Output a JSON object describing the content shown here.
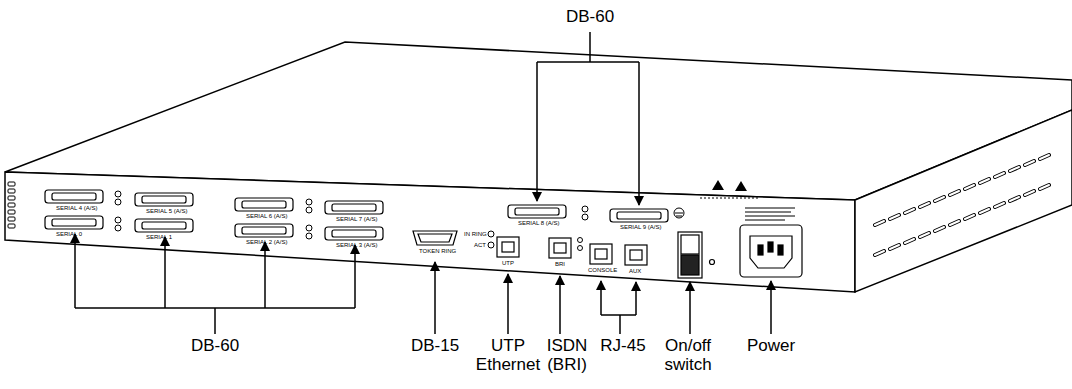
{
  "diagram": {
    "labels": [
      "DB-60",
      "DB-60",
      "DB-15",
      "UTP Ethernet",
      "ISDN (BRI)",
      "RJ-45",
      "On/off switch",
      "Power",
      "SERIAL 4 (A/S)",
      "SERIAL 5 (A/S)",
      "SERIAL 0",
      "SERIAL 1",
      "SERIAL 6 (A/S)",
      "SERIAL 7 (A/S)",
      "SERIAL 2 (A/S)",
      "SERIAL 3 (A/S)",
      "TOKEN RING",
      "IN RING",
      "ACT",
      "UTP",
      "BRI",
      "SERIAL 8 (A/S)",
      "SERIAL 9 (A/S)",
      "CONSOLE",
      "AUX"
    ]
  }
}
